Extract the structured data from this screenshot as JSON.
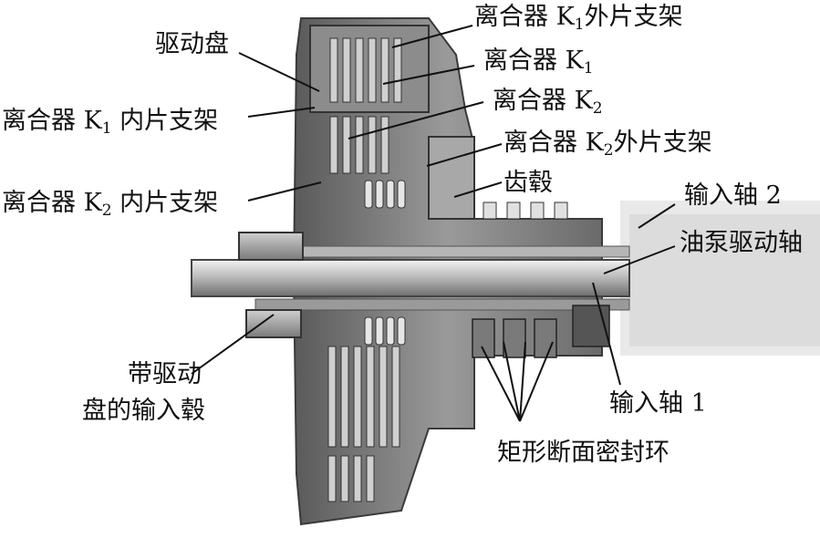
{
  "labels": {
    "k1_outer": {
      "pre": "离合器 K",
      "sub": "1",
      "post": "外片支架"
    },
    "k1": {
      "pre": "离合器 K",
      "sub": "1",
      "post": ""
    },
    "drive_disc": {
      "pre": "驱动盘",
      "sub": "",
      "post": ""
    },
    "k2": {
      "pre": "离合器 K",
      "sub": "2",
      "post": ""
    },
    "k1_inner": {
      "pre": "离合器 K",
      "sub": "1",
      "post": " 内片支架"
    },
    "k2_outer": {
      "pre": "离合器 K",
      "sub": "2",
      "post": "外片支架"
    },
    "hub": {
      "pre": "齿毂",
      "sub": "",
      "post": ""
    },
    "input_shaft_2": {
      "pre": "输入轴 2",
      "sub": "",
      "post": ""
    },
    "k2_inner": {
      "pre": "离合器 K",
      "sub": "2",
      "post": " 内片支架"
    },
    "oil_pump_shaft": {
      "pre": "油泵驱动轴",
      "sub": "",
      "post": ""
    },
    "input_hub_line1": {
      "pre": "带驱动",
      "sub": "",
      "post": ""
    },
    "input_hub_line2": {
      "pre": "盘的输入毂",
      "sub": "",
      "post": ""
    },
    "input_shaft_1": {
      "pre": "输入轴 1",
      "sub": "",
      "post": ""
    },
    "seal_rings": {
      "pre": "矩形断面密封环",
      "sub": "",
      "post": ""
    }
  }
}
